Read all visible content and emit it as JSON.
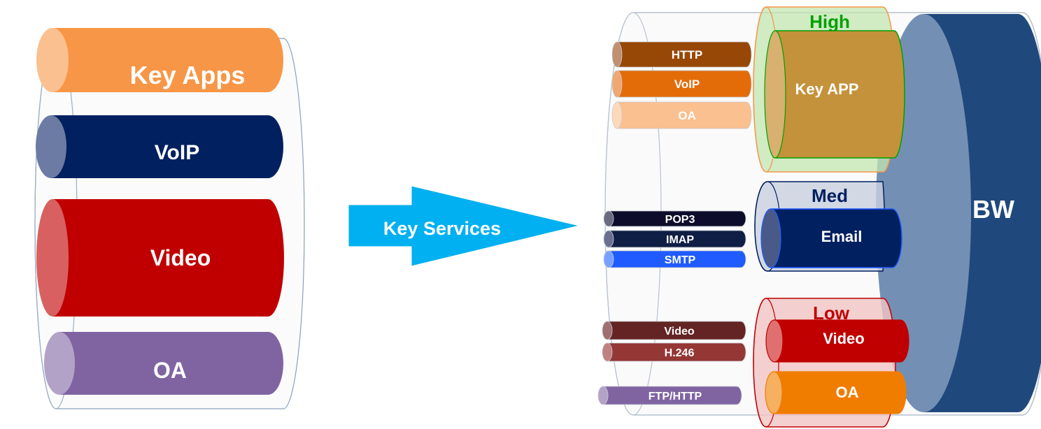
{
  "left_group": {
    "pipes": [
      {
        "id": "key-apps",
        "label": "Key Apps",
        "color": "#f79646",
        "cap": "#fac090",
        "text_color": "#ffffff"
      },
      {
        "id": "voip",
        "label": "VoIP",
        "color": "#002060",
        "cap": "#6b7ba3",
        "text_color": "#ffffff"
      },
      {
        "id": "video",
        "label": "Video",
        "color": "#c00000",
        "cap": "#d96060",
        "text_color": "#ffffff"
      },
      {
        "id": "oa",
        "label": "OA",
        "color": "#8064a2",
        "cap": "#b3a2c7",
        "text_color": "#ffffff"
      }
    ]
  },
  "arrow": {
    "label": "Key Services",
    "color": "#00b0f0"
  },
  "services": [
    {
      "id": "http",
      "label": "HTTP",
      "color": "#974706",
      "cap": "#c09070"
    },
    {
      "id": "voip",
      "label": "VoIP",
      "color": "#e36c09",
      "cap": "#f0a870"
    },
    {
      "id": "oa",
      "label": "OA",
      "color": "#fac090",
      "cap": "#fcd9b8"
    },
    {
      "id": "pop3",
      "label": "POP3",
      "color": "#0d0d2b",
      "cap": "#6a6a80"
    },
    {
      "id": "imap",
      "label": "IMAP",
      "color": "#0f1e45",
      "cap": "#6a7090"
    },
    {
      "id": "smtp",
      "label": "SMTP",
      "color": "#1f5bff",
      "cap": "#7aa0ff"
    },
    {
      "id": "video",
      "label": "Video",
      "color": "#632423",
      "cap": "#a07070"
    },
    {
      "id": "h246",
      "label": "H.246",
      "color": "#953735",
      "cap": "#c08080"
    },
    {
      "id": "ftp-http",
      "label": "FTP/HTTP",
      "color": "#8064a2",
      "cap": "#b3a2c7"
    }
  ],
  "priority": {
    "high": {
      "label": "High",
      "color": "#00a000",
      "fill": "#c3e6b0",
      "border": "#f79646"
    },
    "med": {
      "label": "Med",
      "color": "#002060",
      "fill": "#c9cfe0",
      "border": "#002060"
    },
    "low": {
      "label": "Low",
      "color": "#c00000",
      "fill": "#f2c4c4",
      "border": "#c00000"
    }
  },
  "classes": [
    {
      "id": "key-app",
      "label": "Key APP",
      "color": "#c4923a",
      "cap": "#d8b070",
      "border": "#00a000"
    },
    {
      "id": "email",
      "label": "Email",
      "color": "#002060",
      "cap": "#4a5a88",
      "border": "#1f5bff"
    },
    {
      "id": "video",
      "label": "Video",
      "color": "#c00000",
      "cap": "#e07070",
      "border": "#c00000"
    },
    {
      "id": "oa",
      "label": "OA",
      "color": "#f07d00",
      "cap": "#f5b060",
      "border": "#f07d00"
    }
  ],
  "bandwidth": {
    "label": "BW",
    "color": "#1f497d",
    "cap": "#7390b4"
  }
}
